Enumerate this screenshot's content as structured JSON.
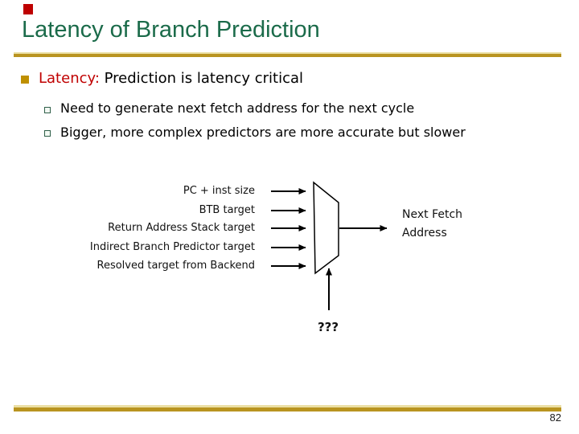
{
  "slide": {
    "title": "Latency of Branch Prediction",
    "page_number": "82"
  },
  "content": {
    "bullet_lead": "Latency:",
    "bullet_rest": " Prediction is latency critical",
    "sub_bullets": [
      "Need to generate next fetch address for the next cycle",
      "Bigger, more complex predictors are more accurate but slower"
    ]
  },
  "diagram": {
    "inputs": [
      "PC + inst size",
      "BTB target",
      "Return Address Stack target",
      "Indirect Branch Predictor target",
      "Resolved target from Backend"
    ],
    "output_line1": "Next Fetch",
    "output_line2": "Address",
    "select_label": "???"
  },
  "colors": {
    "title_green": "#1B6B4A",
    "gold_rule": "#B99420",
    "gold_rule_light": "#EBDFA4",
    "bullet_gold": "#BF9000",
    "red_text": "#C00000",
    "logo_red": "#BE0000"
  }
}
